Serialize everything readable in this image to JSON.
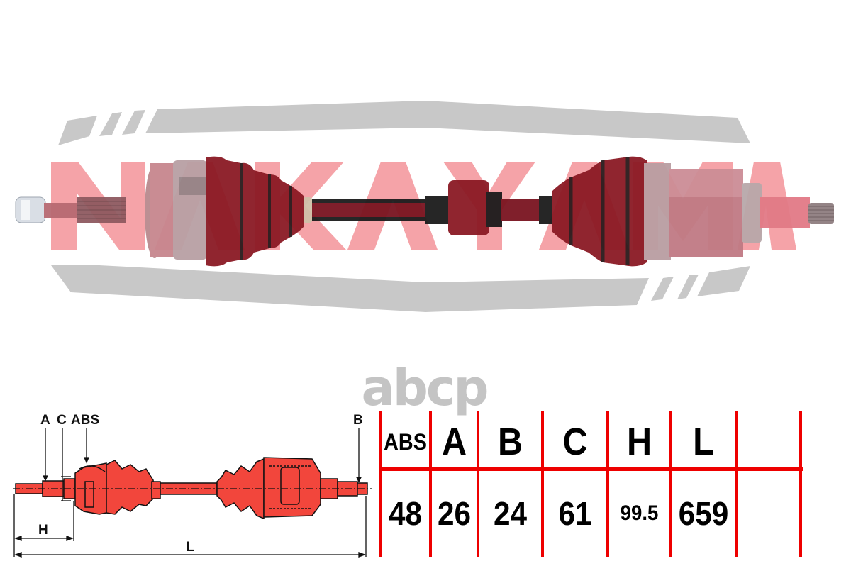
{
  "brand_watermark": {
    "text": "NAKAYAMA",
    "text_color": "#f5a3a8",
    "band_color": "#c8c8c8"
  },
  "site_watermark": {
    "text": "abcp",
    "color": "#c4c4c4"
  },
  "product": {
    "type": "CV drive shaft",
    "photo_colors": {
      "boot": "#8b1a24",
      "shaft": "#7a1420",
      "metal": "#c8b8b8"
    }
  },
  "diagram": {
    "fill_color": "#f2463c",
    "labels": {
      "a": "A",
      "c": "C",
      "abs": "ABS",
      "b": "B",
      "h": "H",
      "l": "L"
    }
  },
  "spec_table": {
    "line_color": "#ee0000",
    "columns": [
      {
        "header": "ABS",
        "value": "48"
      },
      {
        "header": "A",
        "value": "26"
      },
      {
        "header": "B",
        "value": "24"
      },
      {
        "header": "C",
        "value": "61"
      },
      {
        "header": "H",
        "value": "99.5"
      },
      {
        "header": "L",
        "value": "659"
      }
    ]
  }
}
